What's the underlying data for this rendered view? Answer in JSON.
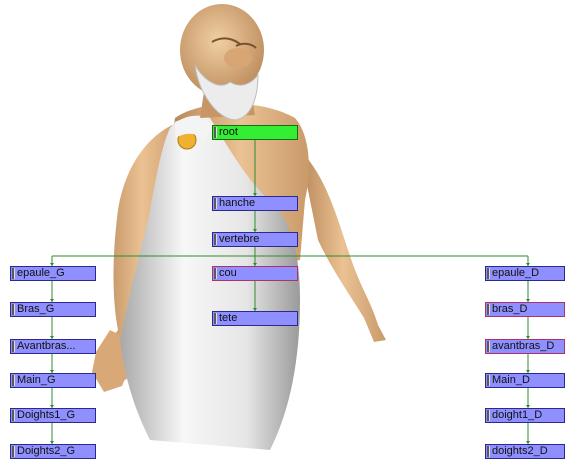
{
  "nodes": [
    {
      "id": "root",
      "label": "root",
      "type": "root"
    },
    {
      "id": "hanche",
      "label": "hanche"
    },
    {
      "id": "vertebre",
      "label": "vertebre"
    },
    {
      "id": "cou",
      "label": "cou",
      "selected": true
    },
    {
      "id": "tete",
      "label": "tete"
    },
    {
      "id": "epaule_G",
      "label": "epaule_G"
    },
    {
      "id": "bras_G",
      "label": "Bras_G"
    },
    {
      "id": "avantbras_G",
      "label": "Avantbras..."
    },
    {
      "id": "main_G",
      "label": "Main_G"
    },
    {
      "id": "doights1_G",
      "label": "Doights1_G"
    },
    {
      "id": "doights2_G",
      "label": "Doights2_G"
    },
    {
      "id": "epaule_D",
      "label": "epaule_D"
    },
    {
      "id": "bras_D",
      "label": "bras_D",
      "selected": true
    },
    {
      "id": "avantbras_D",
      "label": "avantbras_D",
      "selected": true
    },
    {
      "id": "main_D",
      "label": "Main_D"
    },
    {
      "id": "doight1_D",
      "label": "doight1_D"
    },
    {
      "id": "doights2_D",
      "label": "doights2_D"
    }
  ],
  "colors": {
    "root_node": "#33ee33",
    "joint_node": "#8f8fff",
    "link": "#2e8b2e",
    "skin": "#e2b584",
    "robe": "#f2f2f2",
    "beard": "#e8e8e8",
    "brooch": "#f0b030"
  }
}
